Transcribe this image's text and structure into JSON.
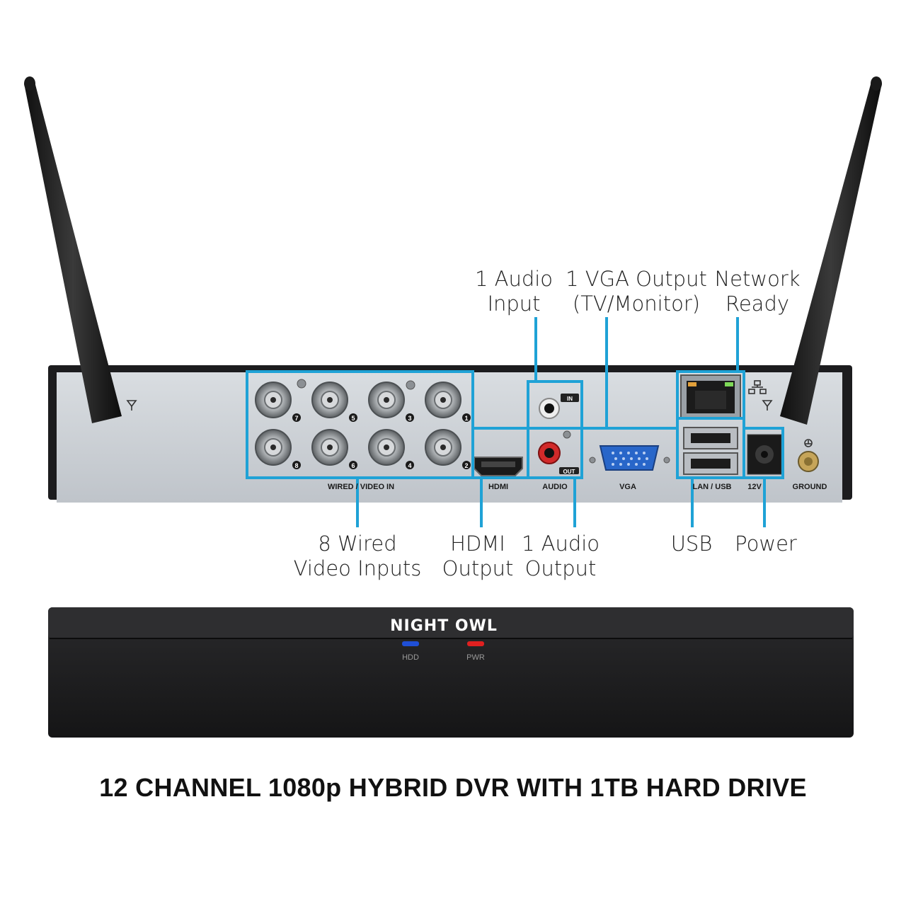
{
  "callouts": {
    "audio_input": [
      "1 Audio",
      "Input"
    ],
    "vga_output": [
      "1 VGA Output",
      "(TV/Monitor)"
    ],
    "network": [
      "Network",
      "Ready"
    ],
    "video_inputs": [
      "8 Wired",
      "Video Inputs"
    ],
    "hdmi_output": [
      "HDMI",
      "Output"
    ],
    "audio_output": [
      "1 Audio",
      "Output"
    ],
    "usb": [
      "USB"
    ],
    "power": [
      "Power"
    ]
  },
  "panel_labels": {
    "video_in": "WIRED / VIDEO IN",
    "hdmi": "HDMI",
    "audio": "AUDIO",
    "vga": "VGA",
    "lan_usb": "LAN / USB",
    "power": "12V",
    "ground": "GROUND",
    "audio_in_tag": "IN",
    "audio_out_tag": "OUT"
  },
  "bnc_channels": [
    {
      "row": 1,
      "items": [
        "7",
        "5",
        "3",
        "1"
      ]
    },
    {
      "row": 2,
      "items": [
        "8",
        "6",
        "4",
        "2"
      ]
    }
  ],
  "front": {
    "brand": "NIGHT OWL",
    "hdd_label": "HDD",
    "pwr_label": "PWR"
  },
  "caption": "12 CHANNEL 1080p HYBRID DVR WITH 1TB HARD DRIVE",
  "colors": {
    "highlight": "#1fa2d6",
    "chassis": "#1c1c1e",
    "panel": "#cfd3d8",
    "hdd_led": "#1f4fd6",
    "pwr_led": "#e02020"
  },
  "icons": [
    "antenna-icon",
    "network-icon",
    "ground-icon",
    "wifi-antenna-icon"
  ]
}
